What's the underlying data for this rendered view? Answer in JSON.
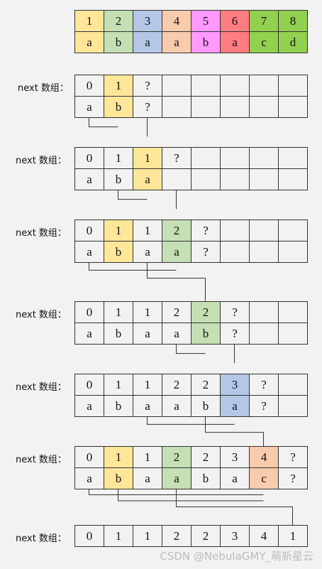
{
  "colors": {
    "c1": "#ffe699",
    "c2": "#c5e0b4",
    "c3": "#b4c7e7",
    "c4": "#f8cbad",
    "c5": "#ff99ff",
    "c6": "#ff7c80",
    "c7": "#92d050",
    "c8": "#92d050",
    "empty": "#f2f2f2"
  },
  "header": {
    "top": [
      "1",
      "2",
      "3",
      "4",
      "5",
      "6",
      "7",
      "8"
    ],
    "bottom": [
      "a",
      "b",
      "a",
      "a",
      "b",
      "a",
      "c",
      "d"
    ],
    "colors": [
      "c1",
      "c2",
      "c3",
      "c4",
      "c5",
      "c6",
      "c7",
      "c8"
    ]
  },
  "steps": [
    {
      "label": "next 数组：",
      "top": [
        "0",
        "1",
        "?",
        "",
        "",
        "",
        "",
        ""
      ],
      "bottom": [
        "a",
        "b",
        "?",
        "",
        "",
        "",
        "",
        ""
      ],
      "highlights": [
        {
          "col": 1,
          "color": "c1"
        }
      ],
      "connector": [
        0,
        1,
        2
      ]
    },
    {
      "label": "next 数组：",
      "top": [
        "0",
        "1",
        "1",
        "?",
        "",
        "",
        "",
        ""
      ],
      "bottom": [
        "a",
        "b",
        "a",
        "",
        "",
        "",
        "",
        ""
      ],
      "highlights": [
        {
          "col": 2,
          "color": "c1"
        }
      ],
      "connector": [
        1,
        2,
        3
      ]
    },
    {
      "label": "next 数组：",
      "top": [
        "0",
        "1",
        "1",
        "2",
        "?",
        "",
        "",
        ""
      ],
      "bottom": [
        "a",
        "b",
        "a",
        "a",
        "?",
        "",
        "",
        ""
      ],
      "highlights": [
        {
          "col": 1,
          "color": "c1"
        },
        {
          "col": 3,
          "color": "c2"
        }
      ],
      "connector": [
        0,
        3,
        2,
        4
      ]
    },
    {
      "label": "next 数组：",
      "top": [
        "0",
        "1",
        "1",
        "2",
        "2",
        "?",
        "",
        ""
      ],
      "bottom": [
        "a",
        "b",
        "a",
        "a",
        "b",
        "?",
        "",
        ""
      ],
      "highlights": [
        {
          "col": 4,
          "color": "c2"
        }
      ],
      "connector": [
        3,
        4,
        5
      ]
    },
    {
      "label": "next 数组：",
      "top": [
        "0",
        "1",
        "1",
        "2",
        "2",
        "3",
        "?",
        ""
      ],
      "bottom": [
        "a",
        "b",
        "a",
        "a",
        "b",
        "a",
        "?",
        ""
      ],
      "highlights": [
        {
          "col": 5,
          "color": "c3"
        }
      ],
      "connector": [
        2,
        5,
        4,
        6
      ]
    },
    {
      "label": "next 数组：",
      "top": [
        "0",
        "1",
        "1",
        "2",
        "2",
        "3",
        "4",
        "?"
      ],
      "bottom": [
        "a",
        "b",
        "a",
        "a",
        "b",
        "a",
        "c",
        "?"
      ],
      "highlights": [
        {
          "col": 1,
          "color": "c1"
        },
        {
          "col": 3,
          "color": "c2"
        },
        {
          "col": 6,
          "color": "c4"
        }
      ],
      "connector": [
        0,
        6,
        1,
        6,
        3,
        7
      ]
    },
    {
      "label": "next 数组：",
      "top": [
        "0",
        "1",
        "1",
        "2",
        "2",
        "3",
        "4",
        "1"
      ],
      "bottom": [],
      "highlights": [],
      "connector": []
    }
  ],
  "watermark": "CSDN @NebulaGMY_萌新星云"
}
